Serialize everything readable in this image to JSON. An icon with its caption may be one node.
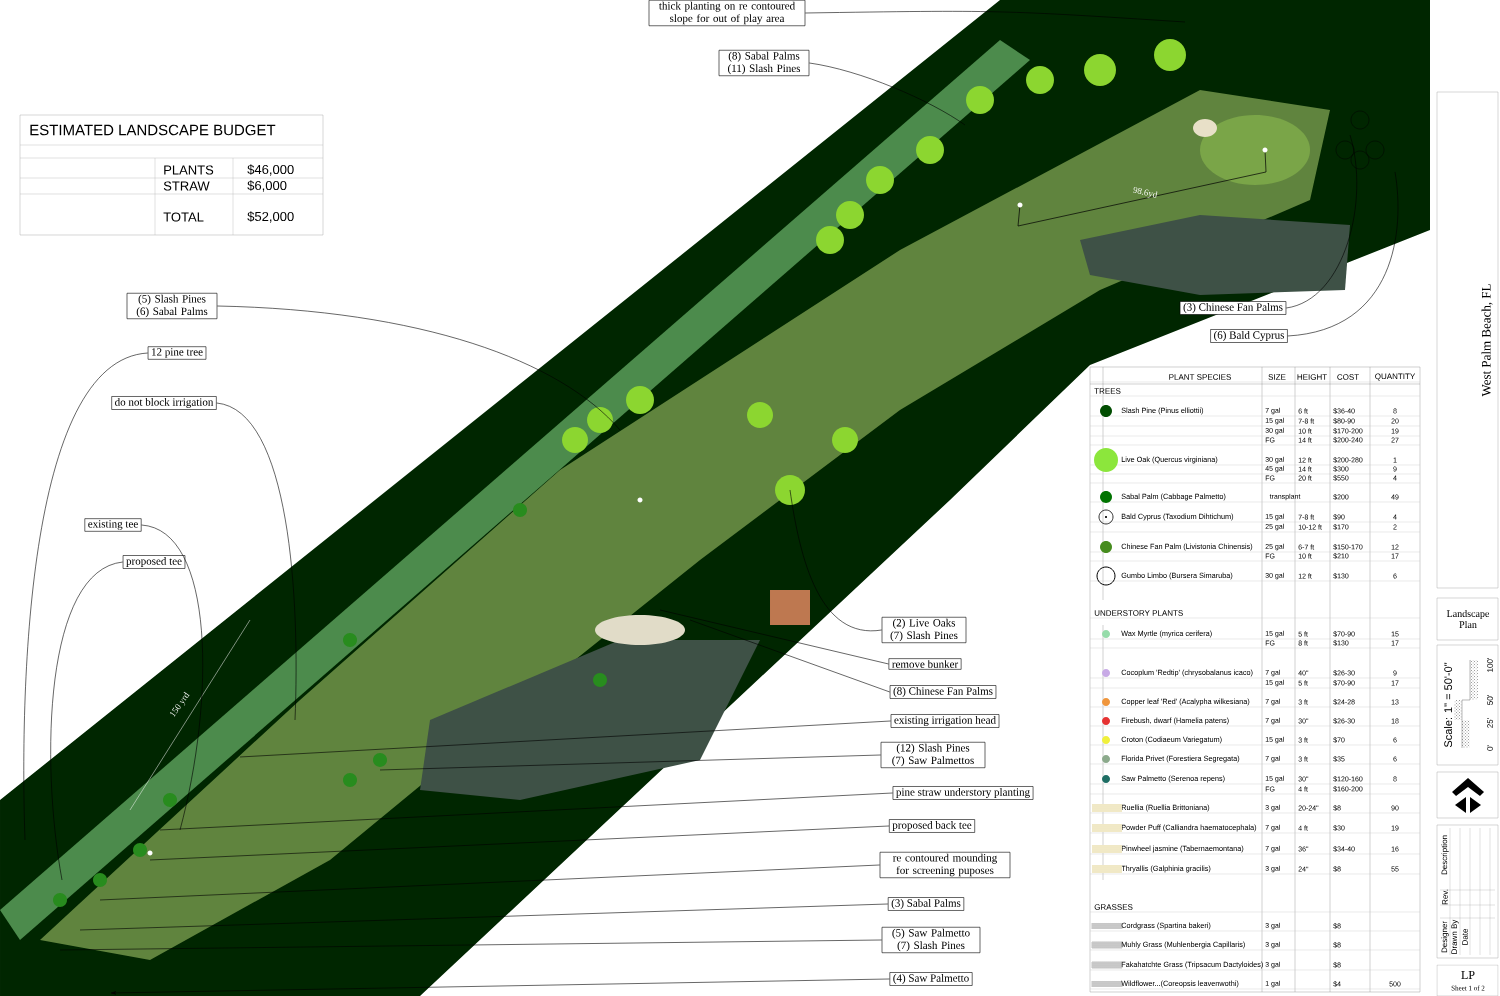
{
  "diagram": {
    "nodes": [
      {
        "text": [
          "thick planting on re contoured slope for out of play area"
        ]
      },
      {
        "text": [
          "(8) Sabal Palms (11) Slash Pines"
        ]
      },
      {
        "text": [
          "(5) Slash Pines (6) Sabal Palms"
        ]
      },
      {
        "text": [
          "12 pine tree"
        ]
      },
      {
        "text": [
          "do not block irrigation"
        ]
      },
      {
        "text": [
          "existing tee"
        ]
      },
      {
        "text": [
          "proposed tee"
        ]
      },
      {
        "text": [
          "(3) Chinese Fan Palms"
        ]
      },
      {
        "text": [
          "(6) Bald Cyprus"
        ]
      },
      {
        "text": [
          "(2) Live Oaks (7) Slash Pines"
        ]
      },
      {
        "text": [
          "remove bunker"
        ]
      },
      {
        "text": [
          "(8) Chinese Fan Palms"
        ]
      },
      {
        "text": [
          "existing irrigation head"
        ]
      },
      {
        "text": [
          "(12) Slash Pines (7) Saw Palmettos"
        ]
      },
      {
        "text": [
          "pine straw understory planting"
        ]
      },
      {
        "text": [
          "proposed back tee"
        ]
      },
      {
        "text": [
          "re contoured mounding for screening puposes"
        ]
      },
      {
        "text": [
          "(3) Sabal Palms"
        ]
      },
      {
        "text": [
          "(5) Saw Palmetto (7) Slash Pines"
        ]
      },
      {
        "text": [
          "(4) Saw Palmetto"
        ]
      }
    ],
    "edges": [
      {
        "from": 0,
        "to": null,
        "arrow": "none"
      },
      {
        "from": 1,
        "to": null,
        "arrow": "none"
      },
      {
        "from": 2,
        "to": null,
        "arrow": "none"
      },
      {
        "from": 3,
        "to": null,
        "arrow": "none"
      },
      {
        "from": 4,
        "to": null,
        "arrow": "none"
      },
      {
        "from": 5,
        "to": null,
        "arrow": "none"
      },
      {
        "from": 6,
        "to": null,
        "arrow": "none"
      },
      {
        "from": 7,
        "to": null,
        "arrow": "none"
      },
      {
        "from": 8,
        "to": null,
        "arrow": "none"
      },
      {
        "from": 9,
        "to": null,
        "arrow": "none"
      },
      {
        "from": 10,
        "to": null,
        "arrow": "none"
      },
      {
        "from": 11,
        "to": null,
        "arrow": "none"
      },
      {
        "from": 12,
        "to": null,
        "arrow": "none"
      },
      {
        "from": 13,
        "to": null,
        "arrow": "none"
      },
      {
        "from": 14,
        "to": null,
        "arrow": "none"
      },
      {
        "from": 15,
        "to": null,
        "arrow": "none"
      },
      {
        "from": 16,
        "to": null,
        "arrow": "none"
      },
      {
        "from": 17,
        "to": null,
        "arrow": "none"
      },
      {
        "from": 18,
        "to": null,
        "arrow": "none"
      },
      {
        "from": 19,
        "to": null,
        "arrow": "to"
      }
    ],
    "labels": [
      "ESTIMATED LANDSCAPE BUDGET",
      "PLANTS",
      "$46,000",
      "STRAW",
      "$6,000",
      "TOTAL",
      "$52,000",
      "98.6yd",
      "150 yrd",
      "PLANT SPECIES",
      "SIZE",
      "HEIGHT",
      "COST",
      "QUANTITY",
      "TREES",
      "Slash Pine (Pinus elliottii)",
      "7 gal",
      "6 ft",
      "$36-40",
      "8",
      "15 gal",
      "7-8 ft",
      "$80-90",
      "20",
      "30 gal",
      "10 ft",
      "$170-200",
      "19",
      "FG",
      "14 ft",
      "$200-240",
      "27",
      "Live Oak (Quercus virginiana)",
      "30 gal",
      "12 ft",
      "$200-280",
      "1",
      "45 gal",
      "14 ft",
      "$300",
      "9",
      "FG",
      "20 ft",
      "$550",
      "4",
      "Sabal Palm (Cabbage Palmetto)",
      "transplant",
      "$200",
      "49",
      "Bald Cyprus (Taxodium Dihtichum)",
      "15 gal",
      "7-8 ft",
      "$90",
      "4",
      "25 gal",
      "10-12 ft",
      "$170",
      "2",
      "Chinese Fan Palm (Livistonia Chinensis)",
      "25 gal",
      "6-7 ft",
      "$150-170",
      "12",
      "FG",
      "10 ft",
      "$210",
      "17",
      "Gumbo Limbo (Bursera Simaruba)",
      "30 gal",
      "12 ft",
      "$130",
      "6",
      "UNDERSTORY PLANTS",
      "Wax Myrtle (myrica cerifera)",
      "15 gal",
      "5 ft",
      "$70-90",
      "15",
      "FG",
      "8 ft",
      "$130",
      "17",
      "Cocoplum 'Redtip' (chrysobalanus icaco)",
      "7 gal",
      "40\"",
      "$26-30",
      "9",
      "15 gal",
      "5 ft",
      "$70-90",
      "17",
      "Copper leaf 'Red' (Acalypha wilkesiana)",
      "7 gal",
      "3 ft",
      "$24-28",
      "13",
      "Firebush, dwarf (Hamelia patens)",
      "7 gal",
      "30\"",
      "$26-30",
      "18",
      "Croton (Codiaeum Variegatum)",
      "15 gal",
      "3 ft",
      "$70",
      "6",
      "Florida Privet (Forestiera Segregata)",
      "7 gal",
      "3 ft",
      "$35",
      "6",
      "Saw Palmetto (Serenoa repens)",
      "15 gal",
      "30\"",
      "$120-160",
      "8",
      "FG",
      "4 ft",
      "$160-200",
      "Ruellia (Ruellia Brittoniana)",
      "3 gal",
      "20-24\"",
      "$8",
      "90",
      "Powder Puff (Calliandra haematocephala)",
      "7 gal",
      "4 ft",
      "$30",
      "19",
      "Pinwheel jasmine (Tabernaemontana)",
      "7 gal",
      "36\"",
      "$34-40",
      "16",
      "Thryallis (Galphinia gracilis)",
      "3 gal",
      "24\"",
      "$8",
      "55",
      "GRASSES",
      "Cordgrass (Spartina bakeri)",
      "3 gal",
      "$8",
      "Muhly Grass (Muhlenbergia Capillaris)",
      "3 gal",
      "$8",
      "Fakahatchte Grass (Tripsacum Dactyloides)",
      "3 gal",
      "$8",
      "Wildflower...(Coreopsis leavenwothi)",
      "1 gal",
      "$4",
      "500",
      "West Palm Beach, FL",
      "Landscape Plan",
      "Scale: 1\" = 50'-0\"",
      "0'",
      "25'",
      "50'",
      "100'",
      "Rev.",
      "Description",
      "Designer",
      "Drawn By",
      "Date",
      "LP",
      "Sheet 1 of 2"
    ]
  }
}
